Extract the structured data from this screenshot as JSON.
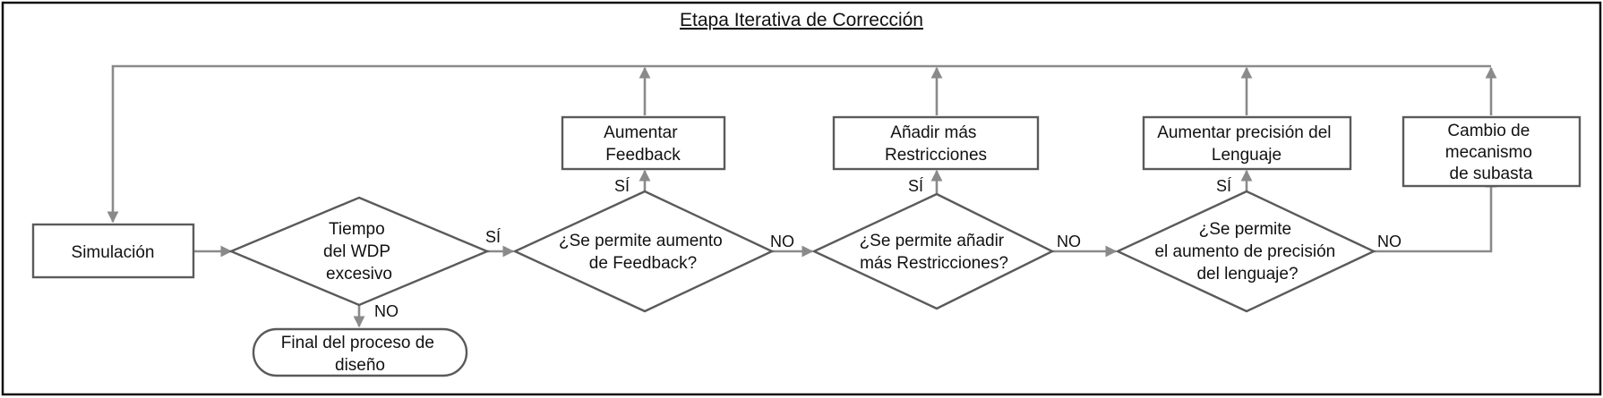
{
  "diagram": {
    "title": "Etapa Iterativa de Corrección",
    "colors": {
      "box_stroke": "#5a5a5a",
      "arrow": "#8a8a8a",
      "frame": "#111111"
    },
    "nodes": {
      "simulacion": {
        "lines": [
          "Simulación"
        ]
      },
      "tiempo": {
        "lines": [
          "Tiempo",
          "del WDP",
          "excesivo"
        ]
      },
      "final": {
        "lines": [
          "Final del proceso de",
          "diseño"
        ]
      },
      "permite_feedback": {
        "lines": [
          "¿Se permite aumento",
          "de Feedback?"
        ]
      },
      "aumentar_feedback": {
        "lines": [
          "Aumentar",
          "Feedback"
        ]
      },
      "permite_restricciones": {
        "lines": [
          "¿Se permite añadir",
          "más Restricciones?"
        ]
      },
      "anadir_restricciones": {
        "lines": [
          "Añadir más",
          "Restricciones"
        ]
      },
      "permite_precision": {
        "lines": [
          "¿Se permite",
          "el aumento de precisión",
          "del lenguaje?"
        ]
      },
      "aumentar_precision": {
        "lines": [
          "Aumentar precisión del",
          "Lenguaje"
        ]
      },
      "cambio_mecanismo": {
        "lines": [
          "Cambio de",
          "mecanismo",
          "de subasta"
        ]
      }
    },
    "edge_labels": {
      "tiempo_si": "SÍ",
      "tiempo_no": "NO",
      "feedback_si": "SÍ",
      "feedback_no": "NO",
      "restricciones_si": "SÍ",
      "restricciones_no": "NO",
      "precision_si": "SÍ",
      "precision_no": "NO"
    }
  }
}
